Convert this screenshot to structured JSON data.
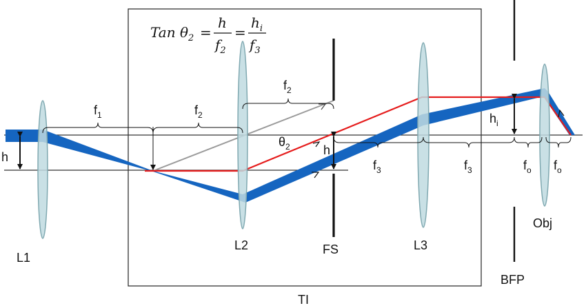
{
  "colors": {
    "lens_fill": "#bfdbe0",
    "lens_stroke": "#7fa8b0",
    "beam_blue": "#1565c0",
    "chief_red": "#e51c1c",
    "gray_ray": "#9a9a9a",
    "line": "#111111"
  },
  "formula": {
    "lhs": "Tan θ",
    "lhs_sub": "2",
    "eq1": "=",
    "frac1_num": "h",
    "frac1_den": "f",
    "frac1_den_sub": "2",
    "eq2": "=",
    "frac2_num": "h",
    "frac2_num_sub": "i",
    "frac2_den": "f",
    "frac2_den_sub": "3"
  },
  "labels": {
    "L1": "L1",
    "L2": "L2",
    "FS": "FS",
    "L3": "L3",
    "Obj": "Obj",
    "BFP": "BFP",
    "TI": "TI",
    "h_left": "h",
    "h_mid": "h",
    "hi": "h",
    "hi_sub": "i",
    "theta": "θ",
    "theta_sub": "2",
    "f1": "f",
    "f1_sub": "1",
    "f2_a": "f",
    "f2_a_sub": "2",
    "f2_b": "f",
    "f2_b_sub": "2",
    "f3_a": "f",
    "f3_a_sub": "3",
    "f3_b": "f",
    "f3_b_sub": "3",
    "fo_a": "f",
    "fo_a_sub": "o",
    "fo_b": "f",
    "fo_b_sub": "o"
  }
}
